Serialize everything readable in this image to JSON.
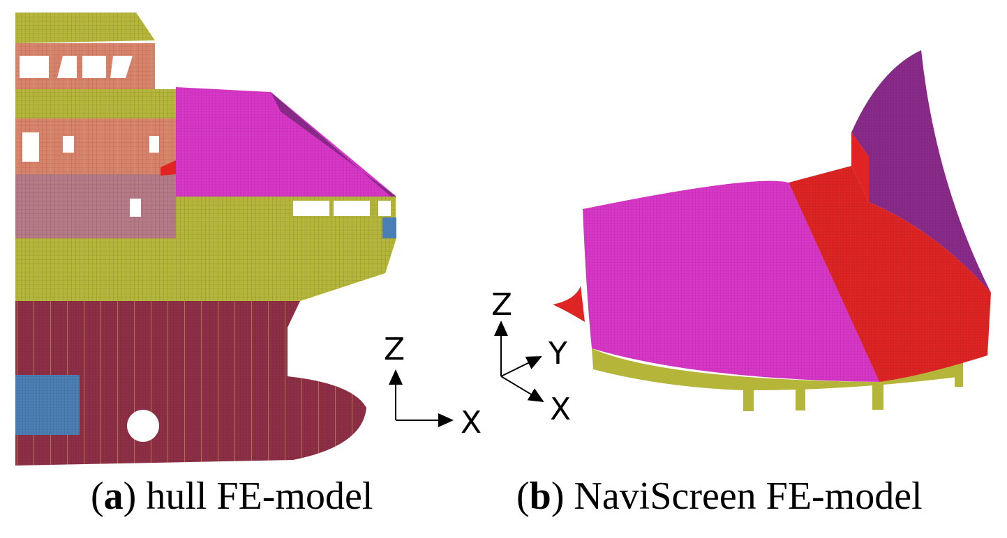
{
  "figure": {
    "panels": [
      {
        "id": "a",
        "caption_letter": "a",
        "caption_text": "hull FE-model",
        "axes": [
          "Z",
          "X"
        ]
      },
      {
        "id": "b",
        "caption_letter": "b",
        "caption_text": "NaviScreen FE-model",
        "axes": [
          "Z",
          "Y",
          "X"
        ]
      }
    ],
    "colors": {
      "olive": "#b5b53a",
      "salmon": "#d9826a",
      "maroon": "#8e2f45",
      "magenta": "#d936c8",
      "purple": "#8a2a8a",
      "red": "#e02424",
      "blue": "#4a7fb5",
      "olive_dark": "#8e8c2c"
    }
  }
}
